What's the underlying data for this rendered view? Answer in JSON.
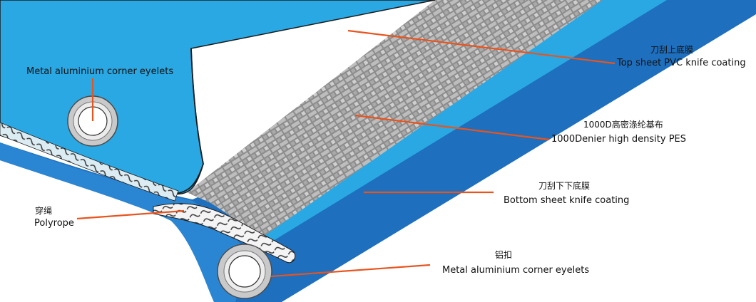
{
  "colors": {
    "top_sheet": "#29a8e4",
    "bottom_sheet": "#1e6fbd",
    "mesh": "#8c8c8c",
    "leader_line": "#e8541e",
    "outline": "#1a1a1a"
  },
  "labels": {
    "corner_eyelets_top": {
      "en": "Metal aluminium corner eyelets"
    },
    "top_coating": {
      "cn": "刀刮上底膜",
      "en": "Top sheet PVC knife coating"
    },
    "pes": {
      "cn": "1000D高密涤纶基布",
      "en": "1000Denier high density PES"
    },
    "bottom_coating": {
      "cn": "刀刮下下底膜",
      "en": "Bottom sheet knife coating"
    },
    "polyrope": {
      "cn": "穿绳",
      "en": "Polyrope"
    },
    "corner_eyelets_bottom": {
      "cn": "铝扣",
      "en": "Metal aluminium corner eyelets"
    }
  }
}
